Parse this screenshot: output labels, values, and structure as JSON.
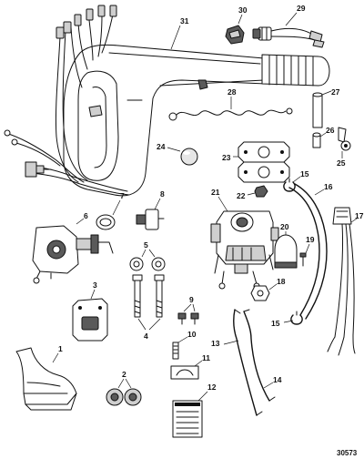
{
  "figure_number": "30573",
  "callouts": {
    "c1": "1",
    "c2": "2",
    "c3": "3",
    "c4": "4",
    "c5": "5",
    "c6": "6",
    "c7": "7",
    "c8": "8",
    "c9": "9",
    "c10": "10",
    "c11": "11",
    "c12": "12",
    "c13": "13",
    "c14": "14",
    "c15a": "15",
    "c15b": "15",
    "c16": "16",
    "c17": "17",
    "c18": "18",
    "c19": "19",
    "c20": "20",
    "c21": "21",
    "c22": "22",
    "c23": "23",
    "c24": "24",
    "c25": "25",
    "c26": "26",
    "c27": "27",
    "c28": "28",
    "c29": "29",
    "c30": "30",
    "c31": "31"
  }
}
